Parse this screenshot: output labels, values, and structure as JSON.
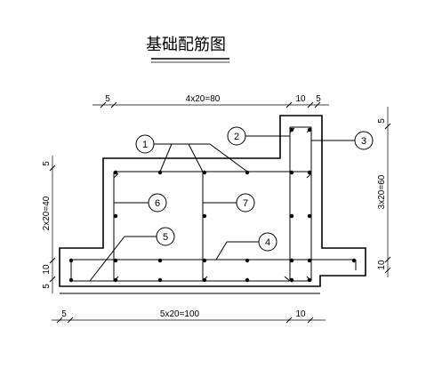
{
  "title": "基础配筋图",
  "dimensions": {
    "top_left": "5",
    "top_main": "4x20=80",
    "top_right_a": "10",
    "top_right_b": "5",
    "right_top": "5",
    "right_main": "3x20=60",
    "right_bottom": "10",
    "left_top": "5",
    "left_main": "2x20=40",
    "left_b1": "10",
    "left_b2": "5",
    "bottom_left": "5",
    "bottom_main": "5x20=100",
    "bottom_right": "10"
  },
  "callouts": {
    "c1": "1",
    "c2": "2",
    "c3": "3",
    "c4": "4",
    "c5": "5",
    "c6": "6",
    "c7": "7"
  }
}
